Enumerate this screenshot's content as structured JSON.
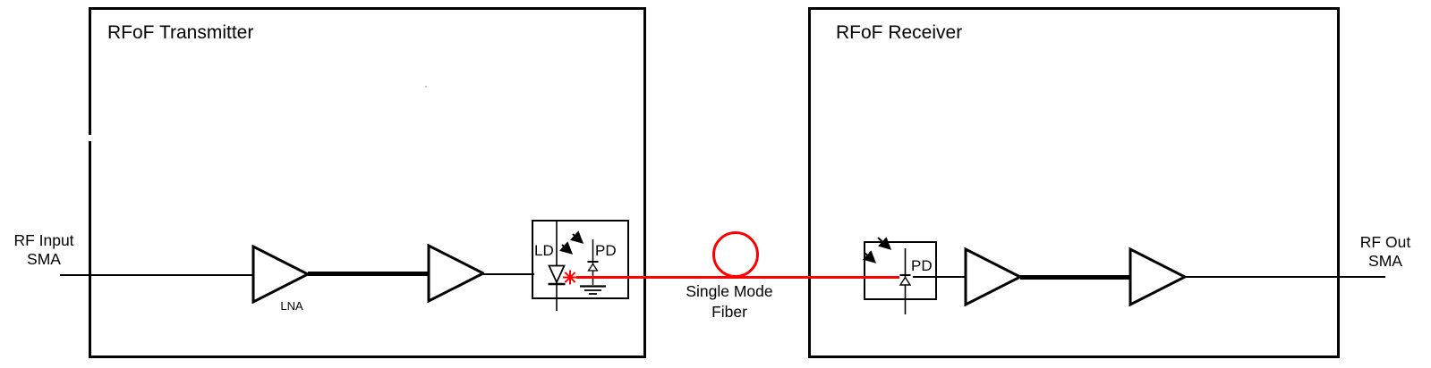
{
  "diagram": {
    "transmitter": {
      "title": "RFoF Transmitter",
      "lna_label": "LNA",
      "laser_module": {
        "ld_label": "LD",
        "pd_label": "PD"
      }
    },
    "receiver": {
      "title": "RFoF Receiver",
      "pd_module": {
        "pd_label": "PD"
      }
    },
    "input_port": {
      "line1": "RF Input",
      "line2": "SMA"
    },
    "output_port": {
      "line1": "RF Out",
      "line2": "SMA"
    },
    "fiber": {
      "line1": "Single Mode",
      "line2": "Fiber"
    },
    "icons": {
      "amplifier": "hollow right-pointing triangle",
      "laser_diode": "down-pointing diode with cathode bar",
      "photodiode": "up-pointing diode with cathode bar",
      "laser_emission": "red starburst",
      "incident_light": "two diagonal down-right arrows",
      "ground": "three-bar ground symbol",
      "fiber_loop": "red circular service loop"
    },
    "colors": {
      "fiber_red": "#ff0000",
      "ink": "#000000",
      "background": "#ffffff"
    }
  }
}
